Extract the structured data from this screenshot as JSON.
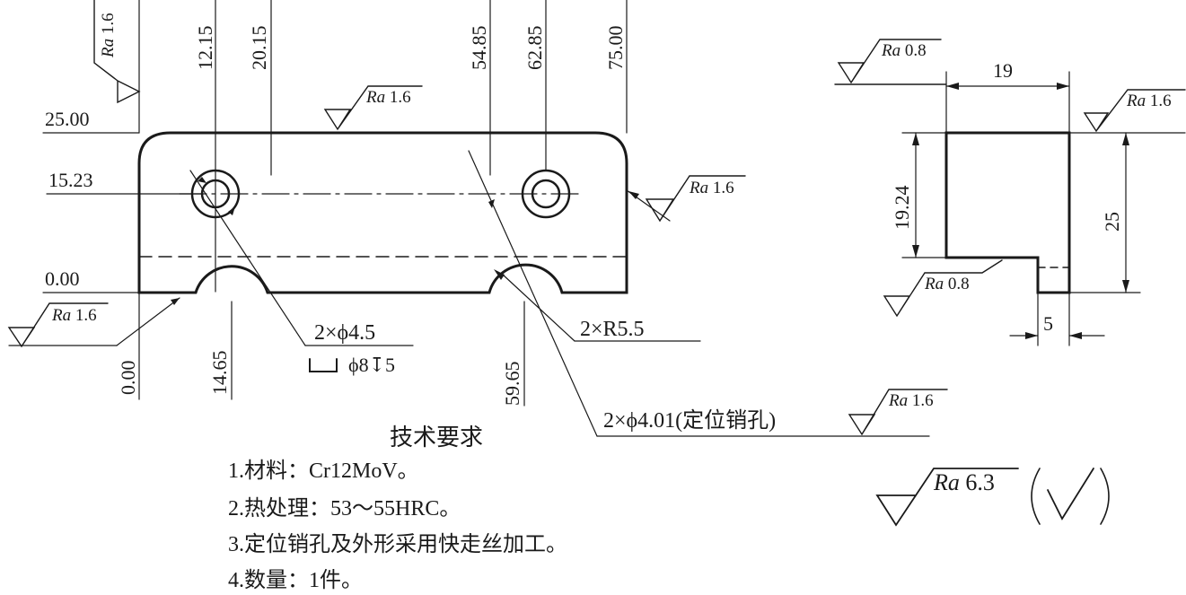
{
  "dimensions": {
    "x": [
      "12.15",
      "20.15",
      "54.85",
      "62.85",
      "75.00",
      "0.00",
      "14.65",
      "59.65"
    ],
    "y": [
      "25.00",
      "15.23",
      "0.00"
    ],
    "side": {
      "width": "19",
      "height": "25",
      "step_height": "19.24",
      "step_width": "5"
    }
  },
  "roughness": {
    "prefix": "Ra",
    "top_left": "1.6",
    "top": "1.6",
    "right": "1.6",
    "bottom_left": "1.6",
    "pin_holes": "1.6",
    "side_top_left": "0.8",
    "side_top_right": "1.6",
    "side_step": "0.8",
    "general": "6.3",
    "general_suffix": "(√)"
  },
  "callouts": {
    "through_hole": "2×ϕ4.5",
    "counterbore": "ϕ8↧5",
    "arcs": "2×R5.5",
    "pin_holes": "2×ϕ4.01(定位销孔)"
  },
  "tech": {
    "title": "技术要求",
    "items": [
      "1.材料：Cr12MoV。",
      "2.热处理：53～55HRC。",
      "3.定位销孔及外形采用快走丝加工。",
      "4.数量：1件。"
    ]
  }
}
